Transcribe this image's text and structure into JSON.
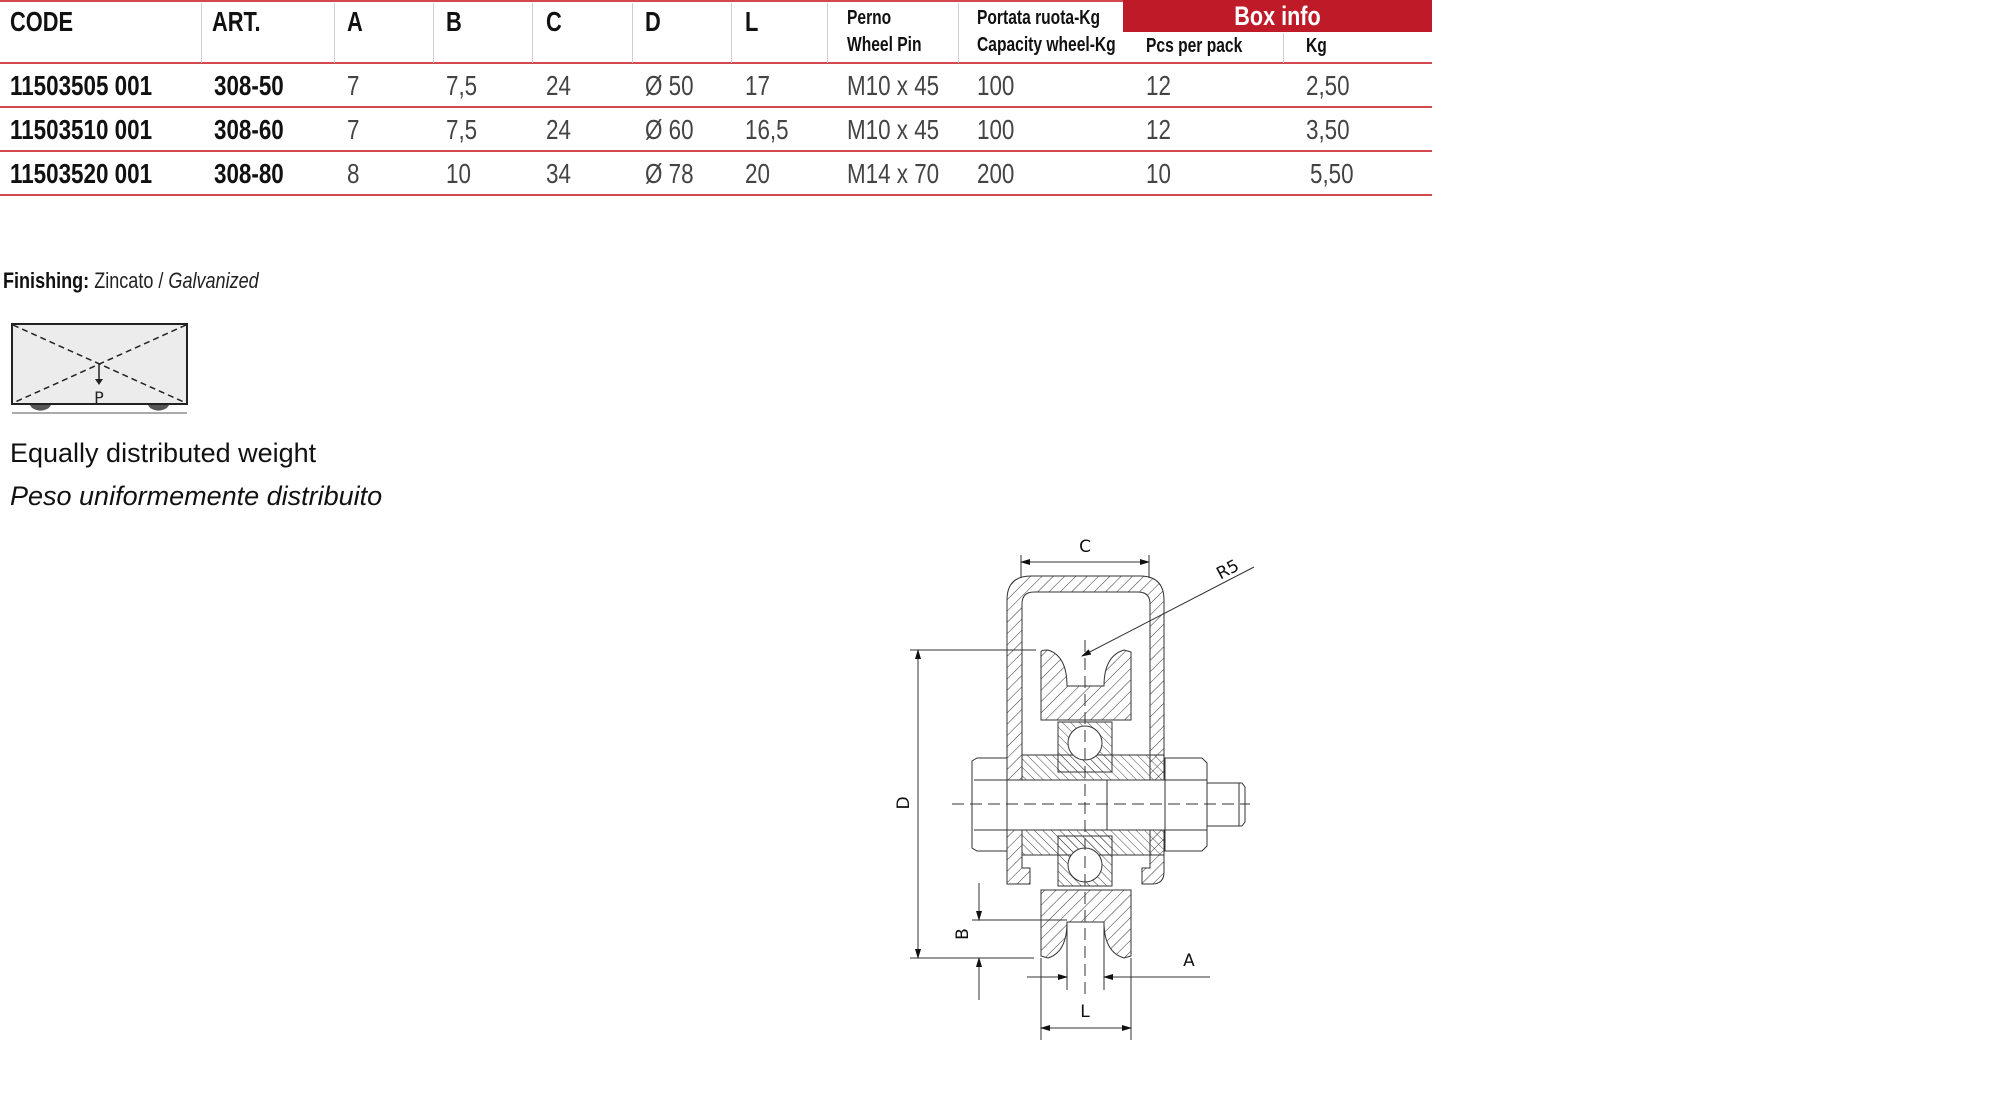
{
  "table": {
    "headers": {
      "code": "CODE",
      "art": "ART.",
      "a": "A",
      "b": "B",
      "c": "C",
      "d": "D",
      "l": "L",
      "pin_it": "Perno",
      "pin_en": "Wheel Pin",
      "cap_it": "Portata ruota-Kg",
      "cap_en": "Capacity wheel-Kg",
      "box_info": "Box info",
      "pcs": "Pcs per pack",
      "kg": "Kg"
    },
    "rows": [
      {
        "code": "11503505 001",
        "art": "308-50",
        "a": "7",
        "b": "7,5",
        "c": "24",
        "d": "Ø 50",
        "l": "17",
        "pin": "M10 x 45",
        "capacity": "100",
        "pcs": "12",
        "kg": "2,50"
      },
      {
        "code": "11503510 001",
        "art": "308-60",
        "a": "7",
        "b": "7,5",
        "c": "24",
        "d": "Ø 60",
        "l": "16,5",
        "pin": "M10 x 45",
        "capacity": "100",
        "pcs": "12",
        "kg": "3,50"
      },
      {
        "code": "11503520 001",
        "art": "308-80",
        "a": "8",
        "b": "10",
        "c": "34",
        "d": "Ø 78",
        "l": "20",
        "pin": "M14 x 70",
        "capacity": "200",
        "pcs": "10",
        "kg": "5,50"
      }
    ]
  },
  "finishing": {
    "label": "Finishing:",
    "value_it": "Zincato /",
    "value_en": "Galvanized"
  },
  "load_icon": {
    "label": "P"
  },
  "weight": {
    "en": "Equally distributed weight",
    "it": "Peso uniformemente distribuito"
  },
  "drawing": {
    "labels": {
      "c": "C",
      "r5": "R5",
      "d": "D",
      "b": "B",
      "a": "A",
      "l": "L"
    }
  },
  "colors": {
    "accent_red": "#be1a27",
    "row_line": "#d3484f",
    "separator": "#cfcfcf"
  }
}
